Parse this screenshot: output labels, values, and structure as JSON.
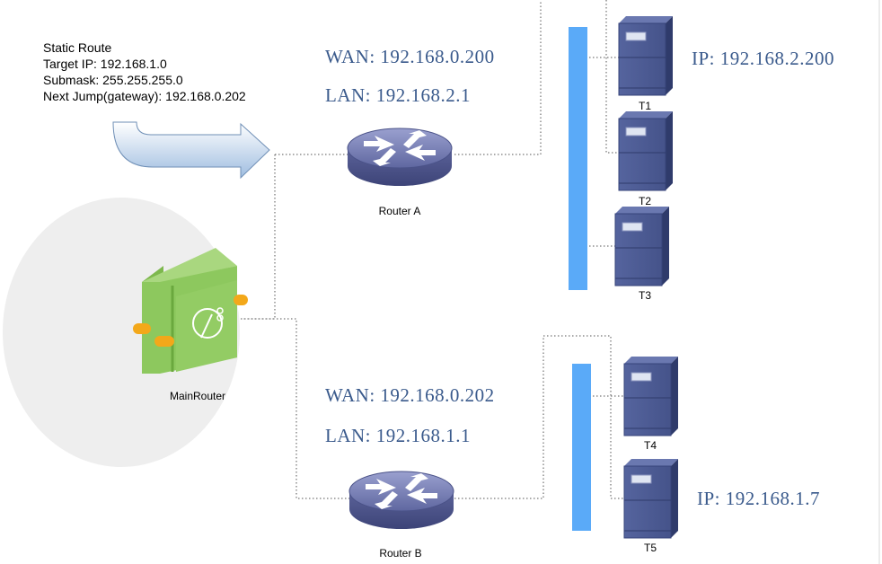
{
  "static_route": {
    "title": "Static Route",
    "target_ip": "Target IP: 192.168.1.0",
    "submask": "Submask: 255.255.255.0",
    "next_jump": "Next Jump(gateway): 192.168.0.202"
  },
  "router_a": {
    "label": "Router A",
    "wan": "WAN: 192.168.0.200",
    "lan": "LAN: 192.168.2.1"
  },
  "router_b": {
    "label": "Router B",
    "wan": "WAN: 192.168.0.202",
    "lan": "LAN: 192.168.1.1"
  },
  "main_router": {
    "label": "MainRouter"
  },
  "terminals": [
    "T1",
    "T2",
    "T3",
    "T4",
    "T5"
  ],
  "ip_t1": "IP: 192.168.2.200",
  "ip_t5": "IP: 192.168.1.7",
  "colors": {
    "switch_bar": "#5aaaf8",
    "server": "#4a5a94",
    "router": "#6a72a8",
    "ip_text": "#3a5a8c",
    "main_router": "#8dc85e"
  }
}
